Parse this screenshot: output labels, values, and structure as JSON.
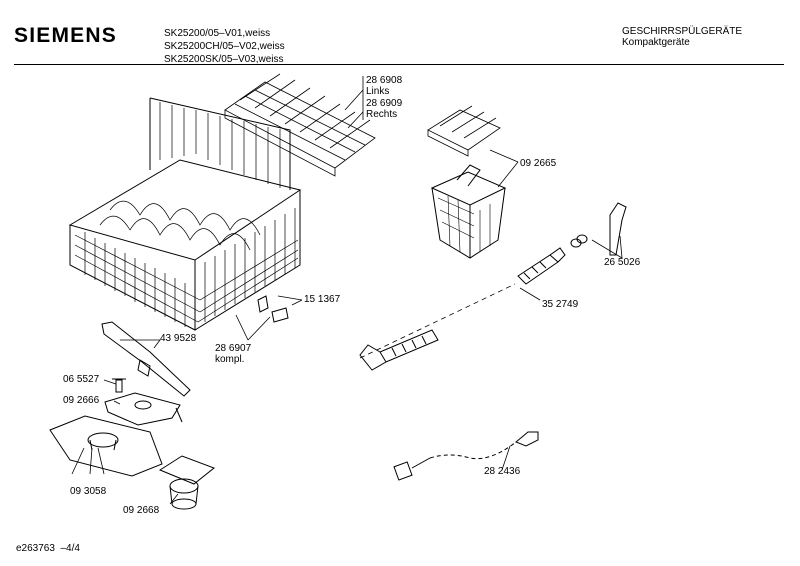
{
  "header": {
    "brand": "SIEMENS",
    "models": [
      "SK25200/05–V01,weiss",
      "SK25200CH/05–V02,weiss",
      "SK25200SK/05–V03,weiss"
    ],
    "category": "GESCHIRRSPÜLGERÄTE",
    "subcategory": "Kompaktgeräte"
  },
  "parts": {
    "p286908": "28 6908",
    "links": "Links",
    "p286909": "28 6909",
    "rechts": "Rechts",
    "p092665": "09 2665",
    "p265026": "26 5026",
    "p151367": "15 1367",
    "p352749": "35 2749",
    "p439528": "43 9528",
    "p286907": "28 6907",
    "kompl": "kompl.",
    "p065527": "06 5527",
    "p092666": "09 2666",
    "p093058": "09 3058",
    "p092668": "09 2668",
    "p282436": "28 2436"
  },
  "footer": {
    "doc_id": "e263763",
    "page": "–4/4"
  }
}
